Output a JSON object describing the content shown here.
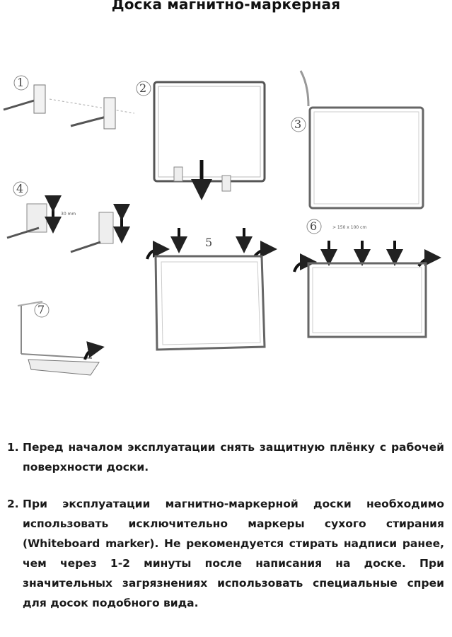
{
  "title": "Доска магнитно-маркерная",
  "diagram": {
    "steps": [
      "1",
      "2",
      "3",
      "4",
      "5",
      "6",
      "7"
    ],
    "dimension_label": "> 150 x 100 cm",
    "mount_measure": "30 mm"
  },
  "instructions": [
    {
      "number": "1.",
      "text": "Перед началом эксплуатации снять защитную плёнку с рабочей поверхности доски."
    },
    {
      "number": "2.",
      "text": "При эксплуатации магнитно-маркерной доски необходимо использовать исключительно маркеры сухого стирания (Whiteboard marker). Не рекомендуется стирать надписи ранее, чем через 1-2 минуты после написания на доске. При значительных загрязнениях использовать специальные спреи для досок подобного вида."
    }
  ]
}
